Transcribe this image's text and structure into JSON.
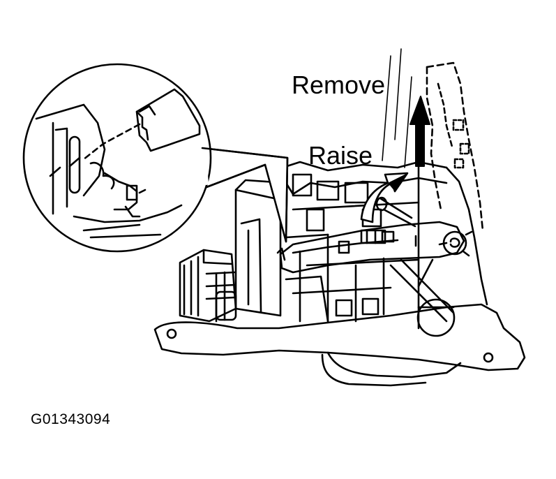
{
  "labels": {
    "remove": "Remove",
    "raise": "Raise",
    "figure_code": "G01343094"
  },
  "colors": {
    "ink": "#000000",
    "paper": "#ffffff"
  },
  "icons": {
    "remove_arrow": "arrow-up-icon",
    "raise_arrow": "curved-arrow-icon"
  }
}
